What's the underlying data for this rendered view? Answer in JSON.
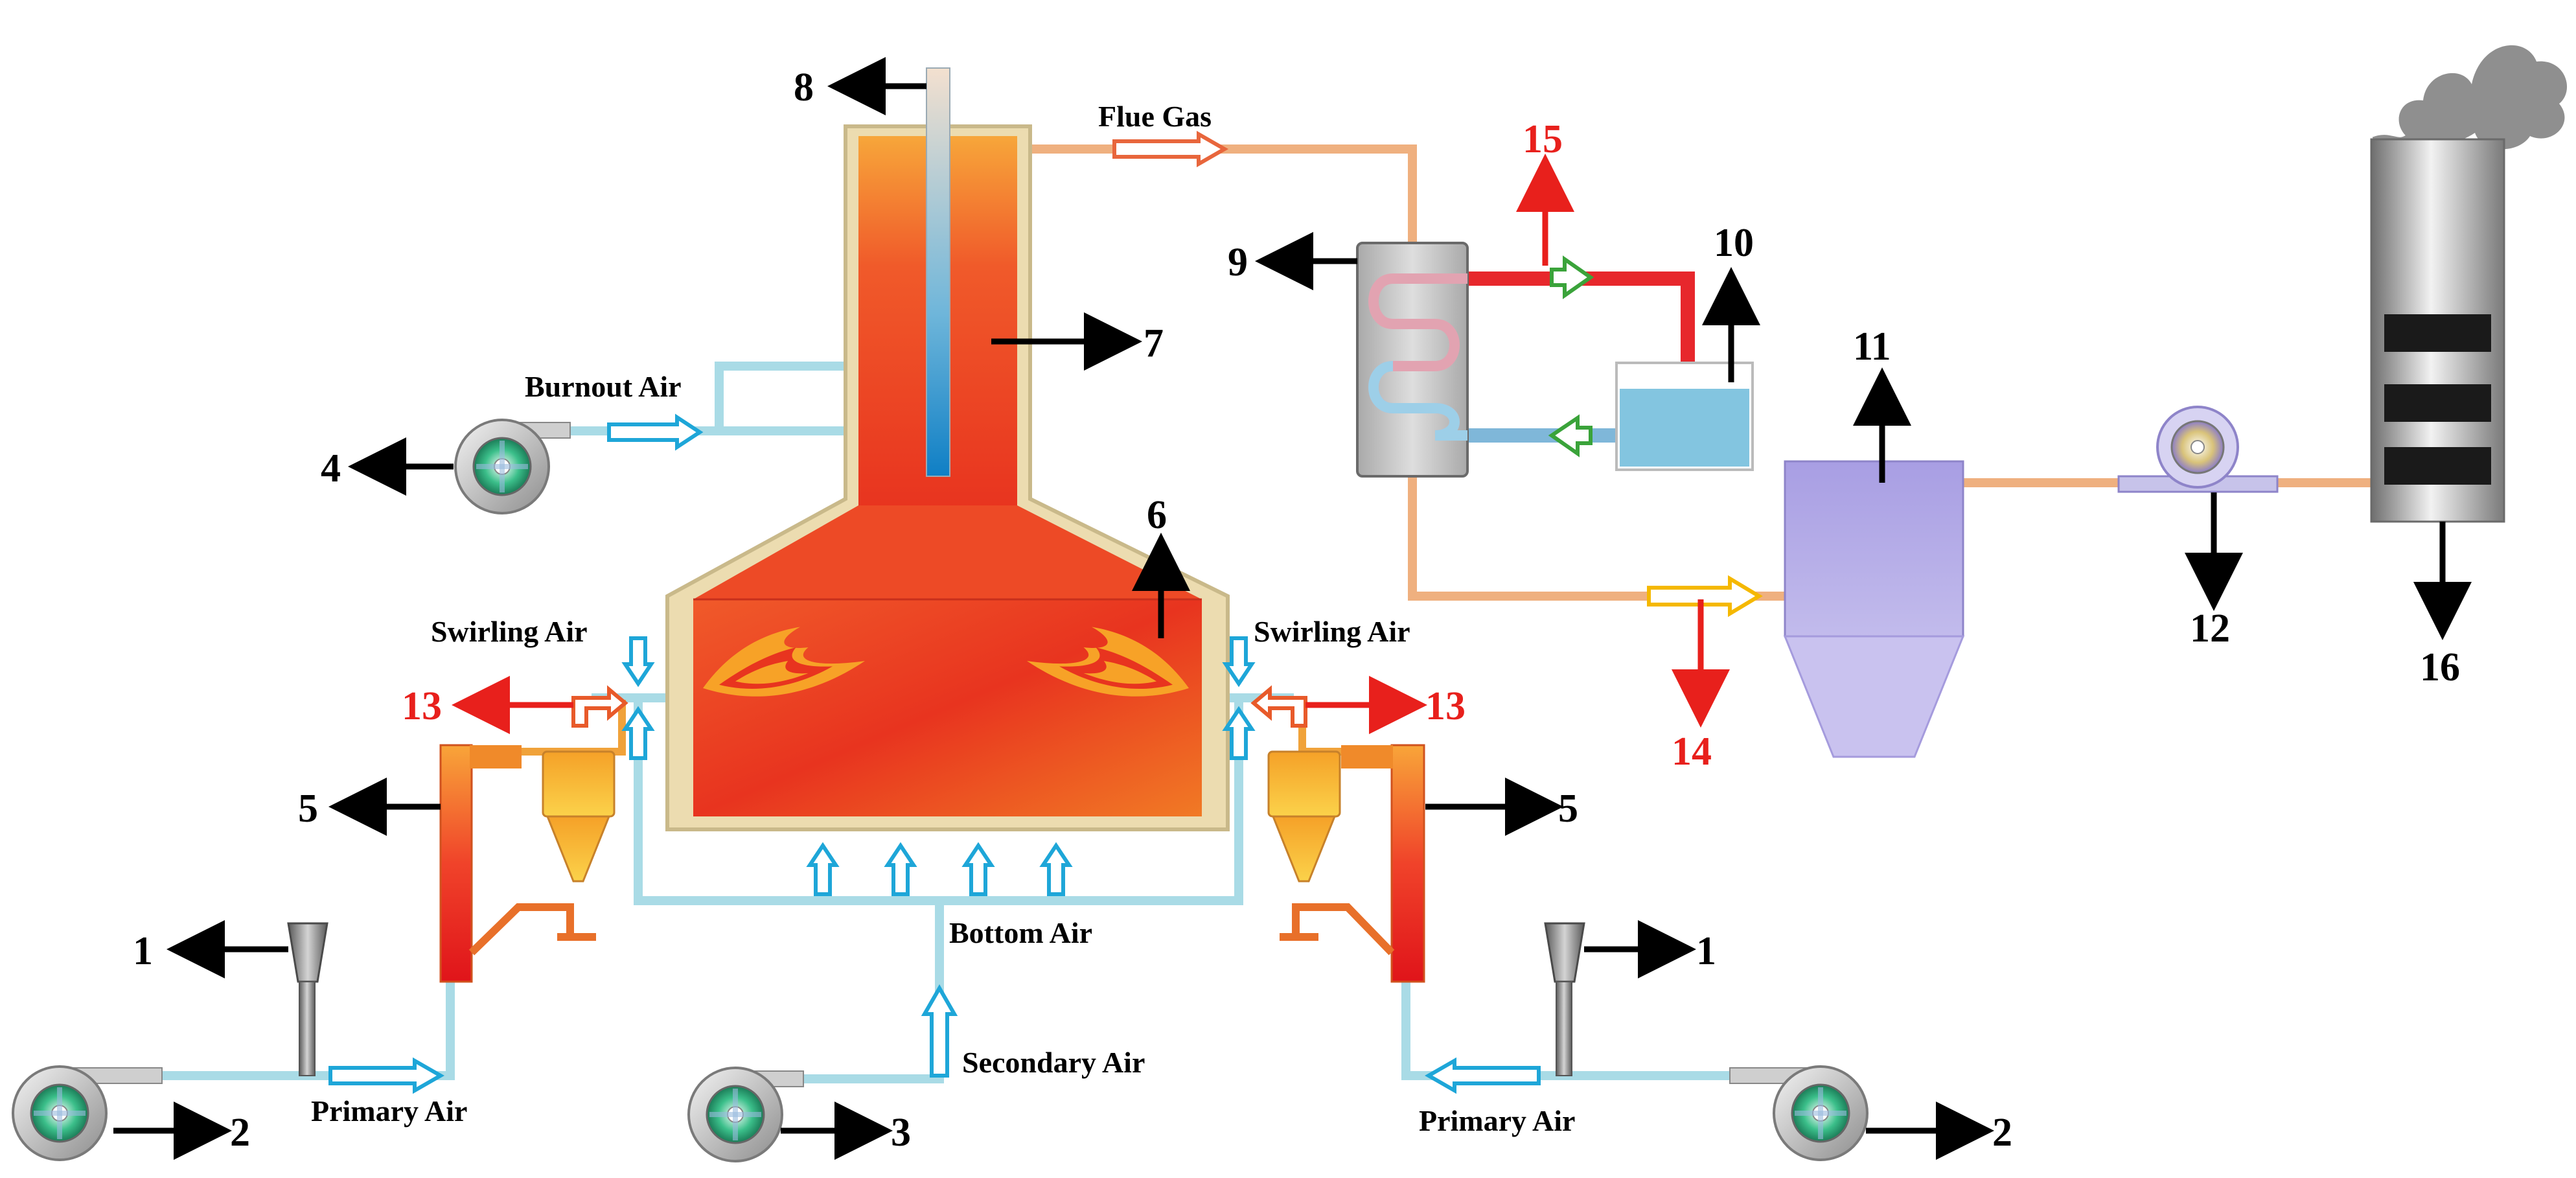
{
  "labels": {
    "flue_gas": "Flue Gas",
    "burnout_air": "Burnout Air",
    "swirling_air_left": "Swirling Air",
    "swirling_air_right": "Swirling Air",
    "bottom_air": "Bottom Air",
    "secondary_air": "Secondary Air",
    "primary_air_left": "Primary Air",
    "primary_air_right": "Primary Air"
  },
  "numbers": {
    "n1_left": "1",
    "n1_right": "1",
    "n2_left": "2",
    "n2_right": "2",
    "n3": "3",
    "n4": "4",
    "n5_left": "5",
    "n5_right": "5",
    "n6": "6",
    "n7": "7",
    "n8": "8",
    "n9": "9",
    "n10": "10",
    "n11": "11",
    "n12": "12",
    "n13_left": "13",
    "n13_right": "13",
    "n14": "14",
    "n15": "15",
    "n16": "16"
  },
  "colors": {
    "callout_black": "#000000",
    "callout_red": "#e8201c",
    "air_pipe": "#a9dbe6",
    "air_arrow": "#1ea6d8",
    "flue_pipe": "#efb07f",
    "furnace_red": "#ec3b22",
    "furnace_orange": "#f48a23",
    "insulation": "#ecdcb0",
    "hot_water": "#e7272c",
    "water_blue": "#83c5e0",
    "green_arrow": "#3aa33a",
    "dust_collector": "#b0a7e3",
    "stack_grey": "#9d9d9d"
  },
  "icons": [
    "fan-icon",
    "hopper-icon",
    "cyclone-icon",
    "flame-icon",
    "smoke-icon",
    "heat-exchanger-icon",
    "water-tank-icon",
    "induced-draft-fan-icon",
    "chimney-icon"
  ]
}
